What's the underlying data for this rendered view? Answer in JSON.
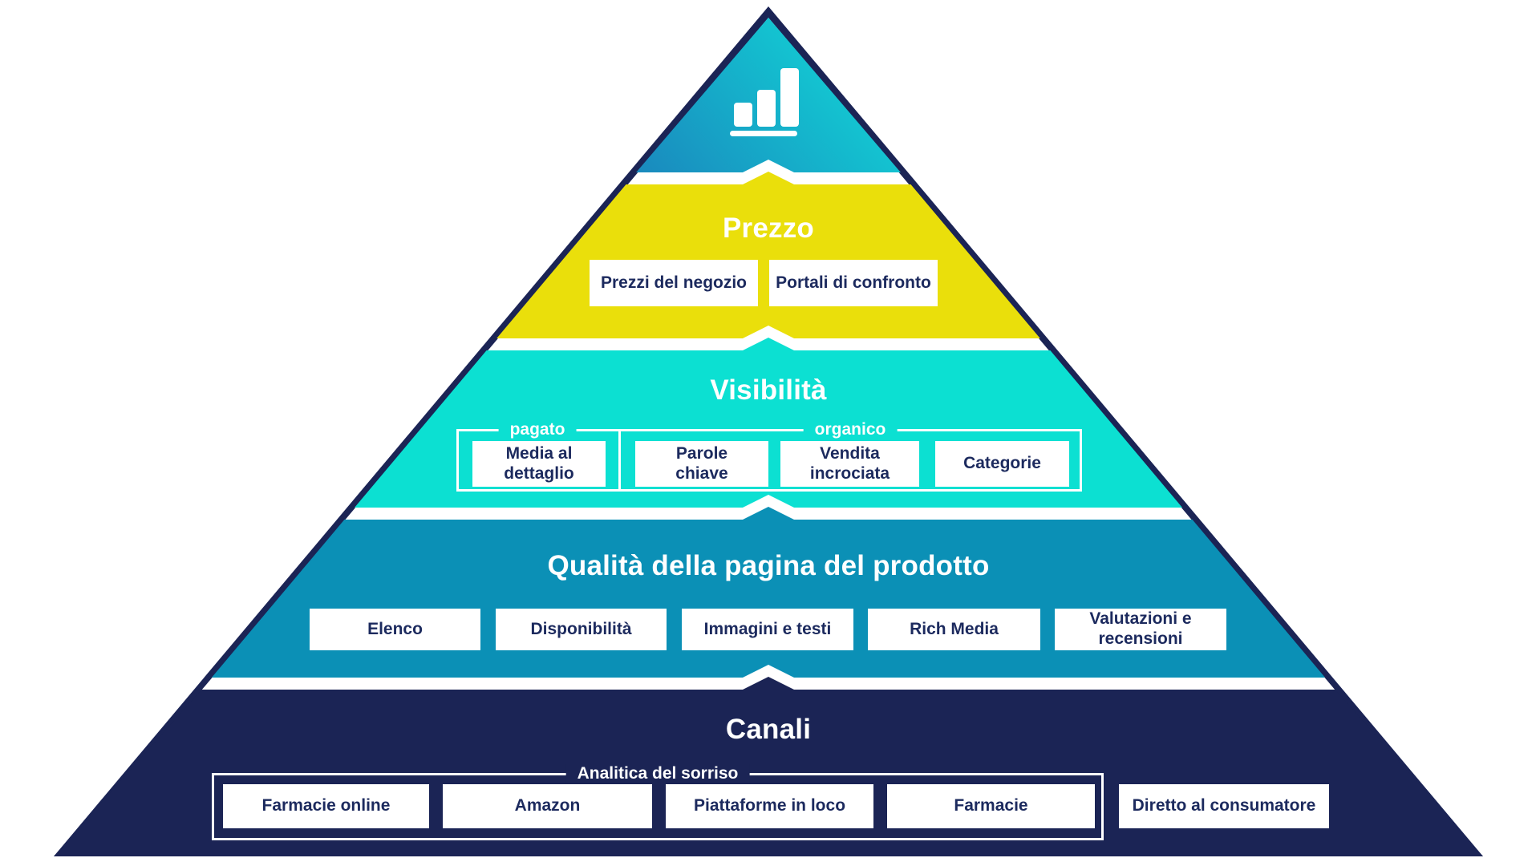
{
  "diagram": {
    "colors": {
      "outline_navy": "#1b2455",
      "top_gradient_start": "#12ced4",
      "top_gradient_end": "#1a87bd",
      "prezzo_yellow": "#eadf0b",
      "visibilita_cyan": "#0ce0d2",
      "qualita_blue": "#0b90b6",
      "canali_navy": "#1b2455",
      "box_text_navy": "#1c2a5e",
      "divider_white": "#ffffff"
    },
    "top": {
      "icon": "bar-chart-icon"
    },
    "prezzo": {
      "title": "Prezzo",
      "items": [
        "Prezzi del negozio",
        "Portali di confronto"
      ]
    },
    "visibilita": {
      "title": "Visibilità",
      "groups": [
        {
          "label": "pagato",
          "items": [
            "Media al dettaglio"
          ]
        },
        {
          "label": "organico",
          "items": [
            "Parole chiave",
            "Vendita incrociata",
            "Categorie"
          ]
        }
      ]
    },
    "qualita": {
      "title": "Qualità della pagina del prodotto",
      "items": [
        "Elenco",
        "Disponibilità",
        "Immagini e testi",
        "Rich Media",
        "Valutazioni e recensioni"
      ]
    },
    "canali": {
      "title": "Canali",
      "group_label": "Analitica del sorriso",
      "grouped_items": [
        "Farmacie online",
        "Amazon",
        "Piattaforme in loco",
        "Farmacie"
      ],
      "items": [
        "Diretto al consumatore"
      ]
    }
  }
}
